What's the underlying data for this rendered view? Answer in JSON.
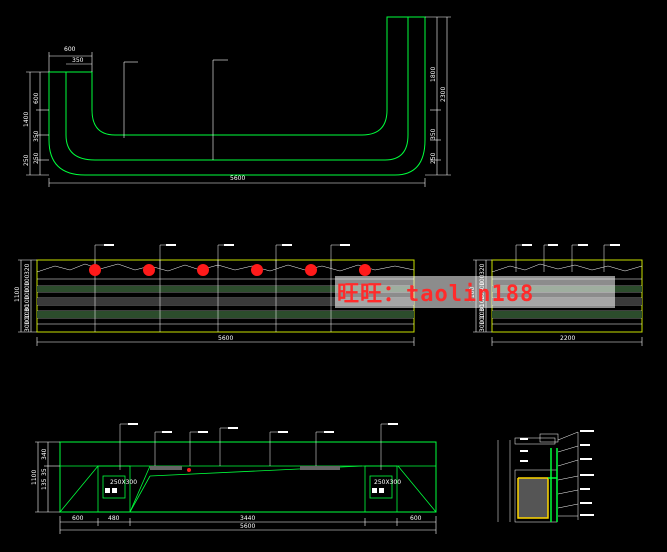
{
  "plan_view": {
    "dims_top": [
      "600",
      "350"
    ],
    "dims_left": [
      "1400",
      "600",
      "350",
      "250",
      "250"
    ],
    "dims_right": [
      "1800",
      "2300",
      "350",
      "250"
    ],
    "dim_bottom": "5600"
  },
  "front_elevation": {
    "dims_left": [
      "1100",
      "320",
      "100",
      "100",
      "100",
      "100",
      "30",
      "100",
      "100",
      "300"
    ],
    "dim_bottom": "5600"
  },
  "side_elevation": {
    "dims_left": [
      "1100",
      "320",
      "100",
      "100",
      "100",
      "100",
      "30",
      "100",
      "100",
      "300"
    ],
    "dim_bottom": "2200"
  },
  "section_view": {
    "dims_left": [
      "1100",
      "135",
      "35",
      "340"
    ],
    "dims_bottom": [
      "600",
      "480",
      "3440",
      "5600",
      "600"
    ],
    "inset_labels": [
      "250X300",
      "250X300"
    ]
  },
  "watermark": "旺旺：taolin188"
}
